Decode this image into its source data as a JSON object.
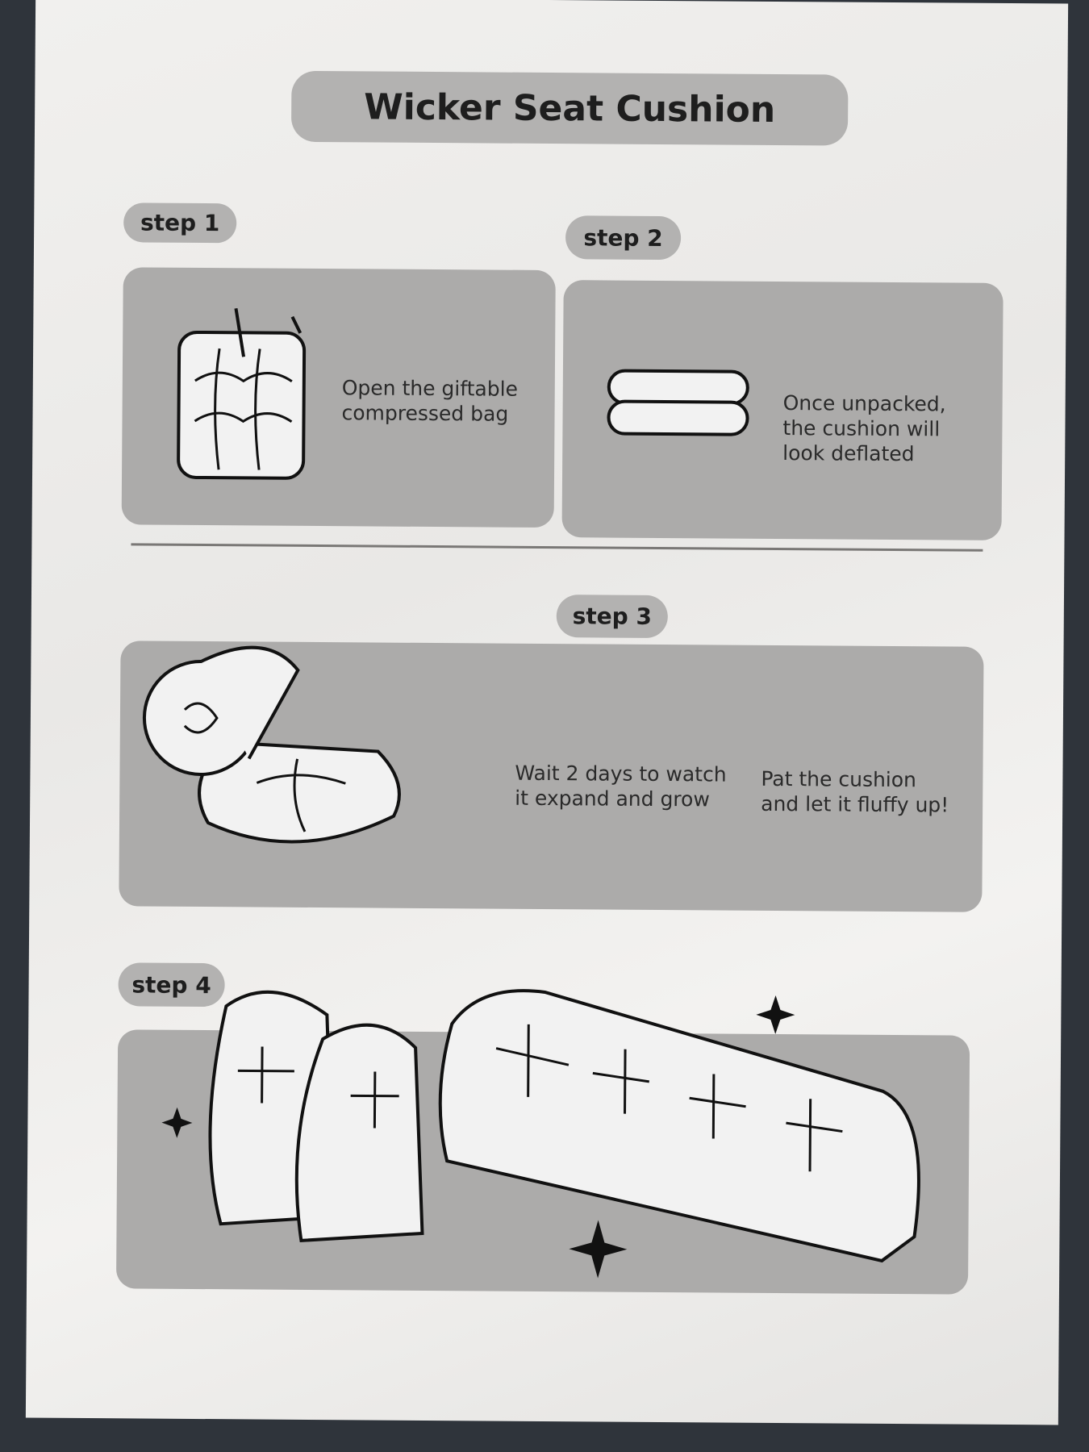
{
  "title": "Wicker Seat Cushion",
  "steps": [
    {
      "label": "step 1",
      "text": "Open the giftable\ncompressed bag"
    },
    {
      "label": "step 2",
      "text": "Once unpacked,\nthe cushion will\nlook deflated"
    },
    {
      "label": "step 3",
      "text_a": "Wait 2 days to watch\nit expand and grow",
      "text_b": "Pat the cushion\nand let it fluffy up!"
    },
    {
      "label": "step 4"
    }
  ]
}
